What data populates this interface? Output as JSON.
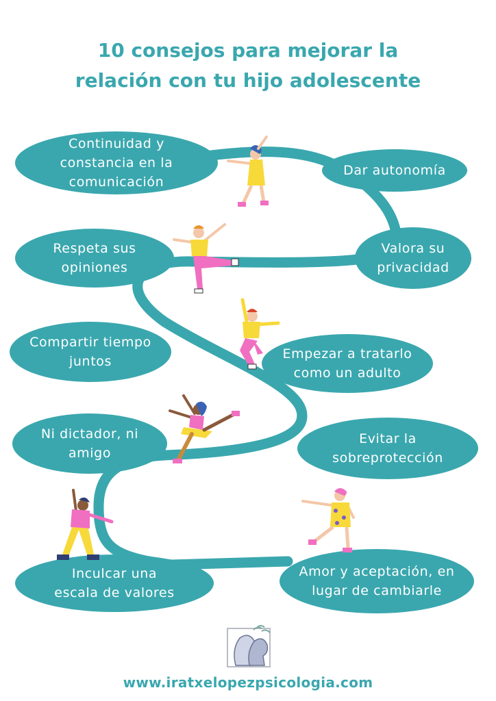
{
  "title": {
    "line1": "10 consejos para mejorar la",
    "line2": "relación con tu hijo adolescente"
  },
  "tips": [
    {
      "line1": "Continuidad y",
      "line2": "constancia en la",
      "line3": "comunicación"
    },
    {
      "line1": "Dar autonomía"
    },
    {
      "line1": "Respeta sus",
      "line2": "opiniones"
    },
    {
      "line1": "Valora su",
      "line2": "privacidad"
    },
    {
      "line1": "Compartir tiempo",
      "line2": "juntos"
    },
    {
      "line1": "Empezar a tratarlo",
      "line2": "como un adulto"
    },
    {
      "line1": "Ni dictador, ni",
      "line2": "amigo"
    },
    {
      "line1": "Evitar la",
      "line2": "sobreprotección"
    },
    {
      "line1": "Inculcar una",
      "line2": "escala de valores"
    },
    {
      "line1": "Amor y aceptación, en",
      "line2": "lugar de cambiarle"
    }
  ],
  "website": "www.iratxelopezpsicologia.com",
  "colors": {
    "accent": "#3aa7ae",
    "pink": "#f06fc0",
    "yellow": "#f7d93a",
    "skin": "#f4c7a8"
  },
  "icons": [
    "dancing-figure",
    "brand-logo-faces"
  ]
}
